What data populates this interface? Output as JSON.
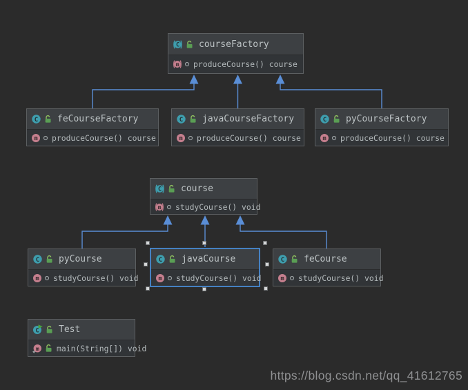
{
  "watermark": {
    "text": "https://blog.csdn.net/qq_41612765"
  },
  "colors": {
    "canvas_bg": "#2b2b2b",
    "node_header_bg": "#3d4043",
    "node_body_bg": "#313437",
    "node_border": "#5c5f61",
    "selection_blue": "#4581c2",
    "edge_blue": "#5a8ed6",
    "class_icon_teal": "#3e9eae",
    "method_icon_rose": "#c57f8e",
    "lock_green": "#5a9e54",
    "title_text": "#bdc3c5",
    "method_text": "#b3b9bb",
    "watermark_text": "#8f9092"
  },
  "nodes": {
    "courseFactory": {
      "title": "courseFactory",
      "method": "produceCourse() course"
    },
    "feCourseFactory": {
      "title": "feCourseFactory",
      "method": "produceCourse() course"
    },
    "javaCourseFactory": {
      "title": "javaCourseFactory",
      "method": "produceCourse() course"
    },
    "pyCourseFactory": {
      "title": "pyCourseFactory",
      "method": "produceCourse() course"
    },
    "course": {
      "title": "course",
      "method": "studyCourse() void"
    },
    "pyCourse": {
      "title": "pyCourse",
      "method": "studyCourse() void"
    },
    "javaCourse": {
      "title": "javaCourse",
      "method": "studyCourse() void"
    },
    "feCourse": {
      "title": "feCourse",
      "method": "studyCourse() void"
    },
    "test": {
      "title": "Test",
      "method": "main(String[]) void"
    }
  }
}
